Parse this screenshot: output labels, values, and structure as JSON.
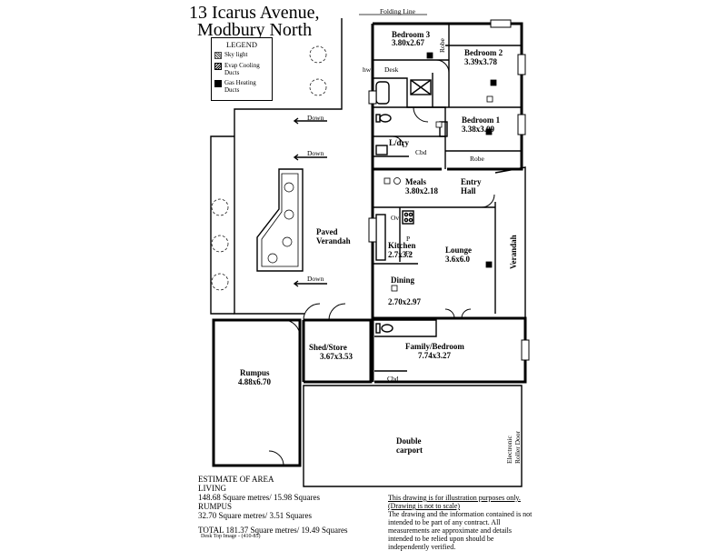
{
  "title": {
    "line1": "13 Icarus Avenue,",
    "line2": "Modbury North"
  },
  "legend": {
    "title": "LEGEND",
    "items": [
      {
        "label": "Sky light",
        "icon": "skylight-icon"
      },
      {
        "label": "Evap Cooling Ducts",
        "icon": "evap-cooling-icon"
      },
      {
        "label": "Gas Heating Ducts",
        "icon": "gas-heating-icon"
      }
    ]
  },
  "labels": {
    "folding_line": "Folding Line",
    "bedroom3": {
      "name": "Bedroom 3",
      "size": "3.80x2.67"
    },
    "bedroom2": {
      "name": "Bedroom 2",
      "size": "3.39x3.78"
    },
    "bedroom1": {
      "name": "Bedroom 1",
      "size": "3.38x3.09"
    },
    "robe": "Robe",
    "hw": "hw",
    "desk": "Desk",
    "ldry": "L/dry",
    "cbd": "Cbd",
    "meals": {
      "name": "Meals",
      "size": "3.80x2.18"
    },
    "entry": {
      "line1": "Entry",
      "line2": "Hall"
    },
    "kitchen": {
      "name": "Kitchen",
      "size": "2.7x3.2"
    },
    "ov": "Ov",
    "p": "P",
    "fs": "Fs",
    "lounge": {
      "name": "Lounge",
      "size": "3.6x6.0"
    },
    "verandah_side": "Verandah",
    "dining": {
      "name": "Dining",
      "size": "2.70x2.97"
    },
    "paved_verandah": {
      "line1": "Paved",
      "line2": "Verandah"
    },
    "down": "Down",
    "shed": {
      "name": "Shed/Store",
      "size": "3.67x3.53"
    },
    "family": {
      "name": "Family/Bedroom",
      "size": "7.74x3.27"
    },
    "rumpus": {
      "name": "Rumpus",
      "size": "4.88x6.70"
    },
    "carport": {
      "line1": "Double",
      "line2": "carport"
    },
    "roller": {
      "line1": "Electronic",
      "line2": "Roller Door"
    }
  },
  "area": {
    "heading": "ESTIMATE OF AREA",
    "living_label": "LIVING",
    "living_value": "148.68 Square metres/  15.98 Squares",
    "rumpus_label": "RUMPUS",
    "rumpus_value": "32.70 Square metres/  3.51 Squares",
    "total": "TOTAL  181.37 Square metres/ 19.49 Squares"
  },
  "disclaimer": {
    "line1": "This drawing is for illustration purposes only.",
    "line2": "(Drawing is not to scale)",
    "body": "The drawing and the information contained is not intended to be part of any contract.  All measurements are approximate and details intended to be relied upon should be independently verified."
  },
  "footer": "Desk Top Image - (410-85)"
}
